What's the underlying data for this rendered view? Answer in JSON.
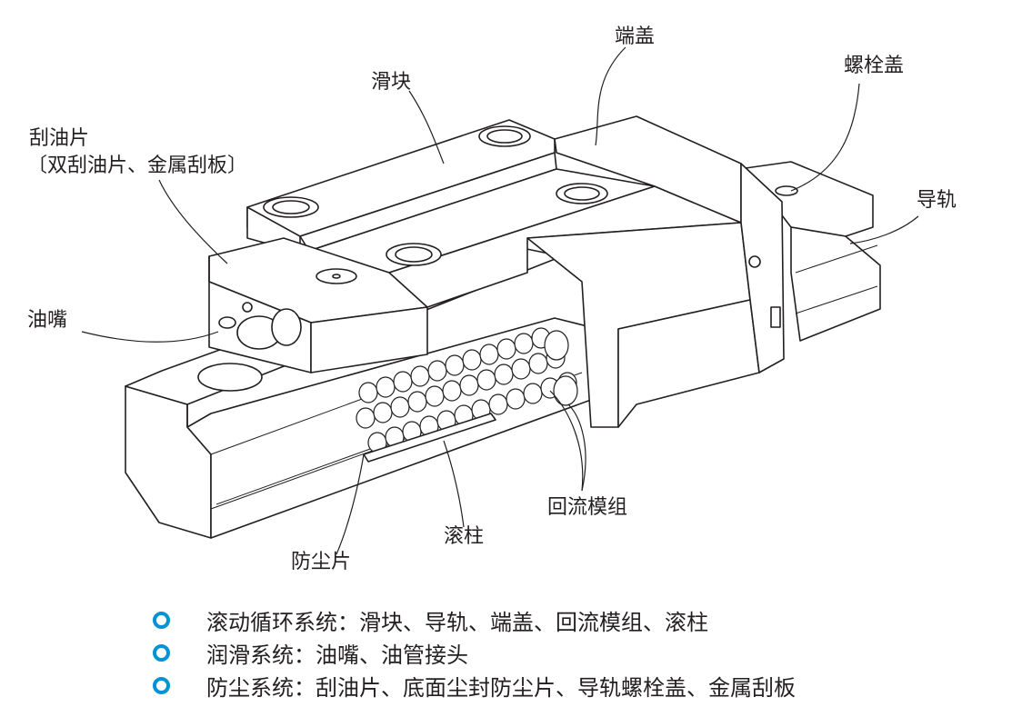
{
  "labels": {
    "duangai": "端盖",
    "luoshuangai": "螺栓盖",
    "huakuai": "滑块",
    "guaiyoupian_line1": "刮油片",
    "guaiyoupian_line2": "〔双刮油片、金属刮板〕",
    "daogui": "导轨",
    "youzui": "油嘴",
    "huiliu": "回流模组",
    "gunzhu": "滚柱",
    "fangchenpian": "防尘片"
  },
  "legend": {
    "items": [
      {
        "text": "滚动循环系统：滑块、导轨、端盖、回流模组、滚柱"
      },
      {
        "text": "润滑系统：油嘴、油管接头"
      },
      {
        "text": "防尘系统：刮油片、底面尘封防尘片、导轨螺栓盖、金属刮板"
      }
    ]
  },
  "colors": {
    "bullet": "#0093d5",
    "line": "#231f20",
    "fill": "#ffffff"
  }
}
